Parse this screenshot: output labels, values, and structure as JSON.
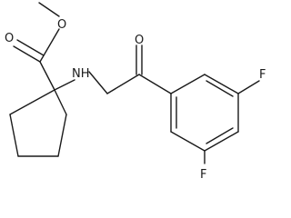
{
  "molecule": {
    "atom_labels": {
      "carbonyl_ester_oxygen": "O",
      "methoxy_oxygen": "O",
      "amine_nitrogen": "NH",
      "ketone_oxygen": "O",
      "fluorine_top": "F",
      "fluorine_bottom": "F"
    },
    "colors": {
      "bond": "#1a1a1a",
      "background": "#ffffff"
    }
  }
}
